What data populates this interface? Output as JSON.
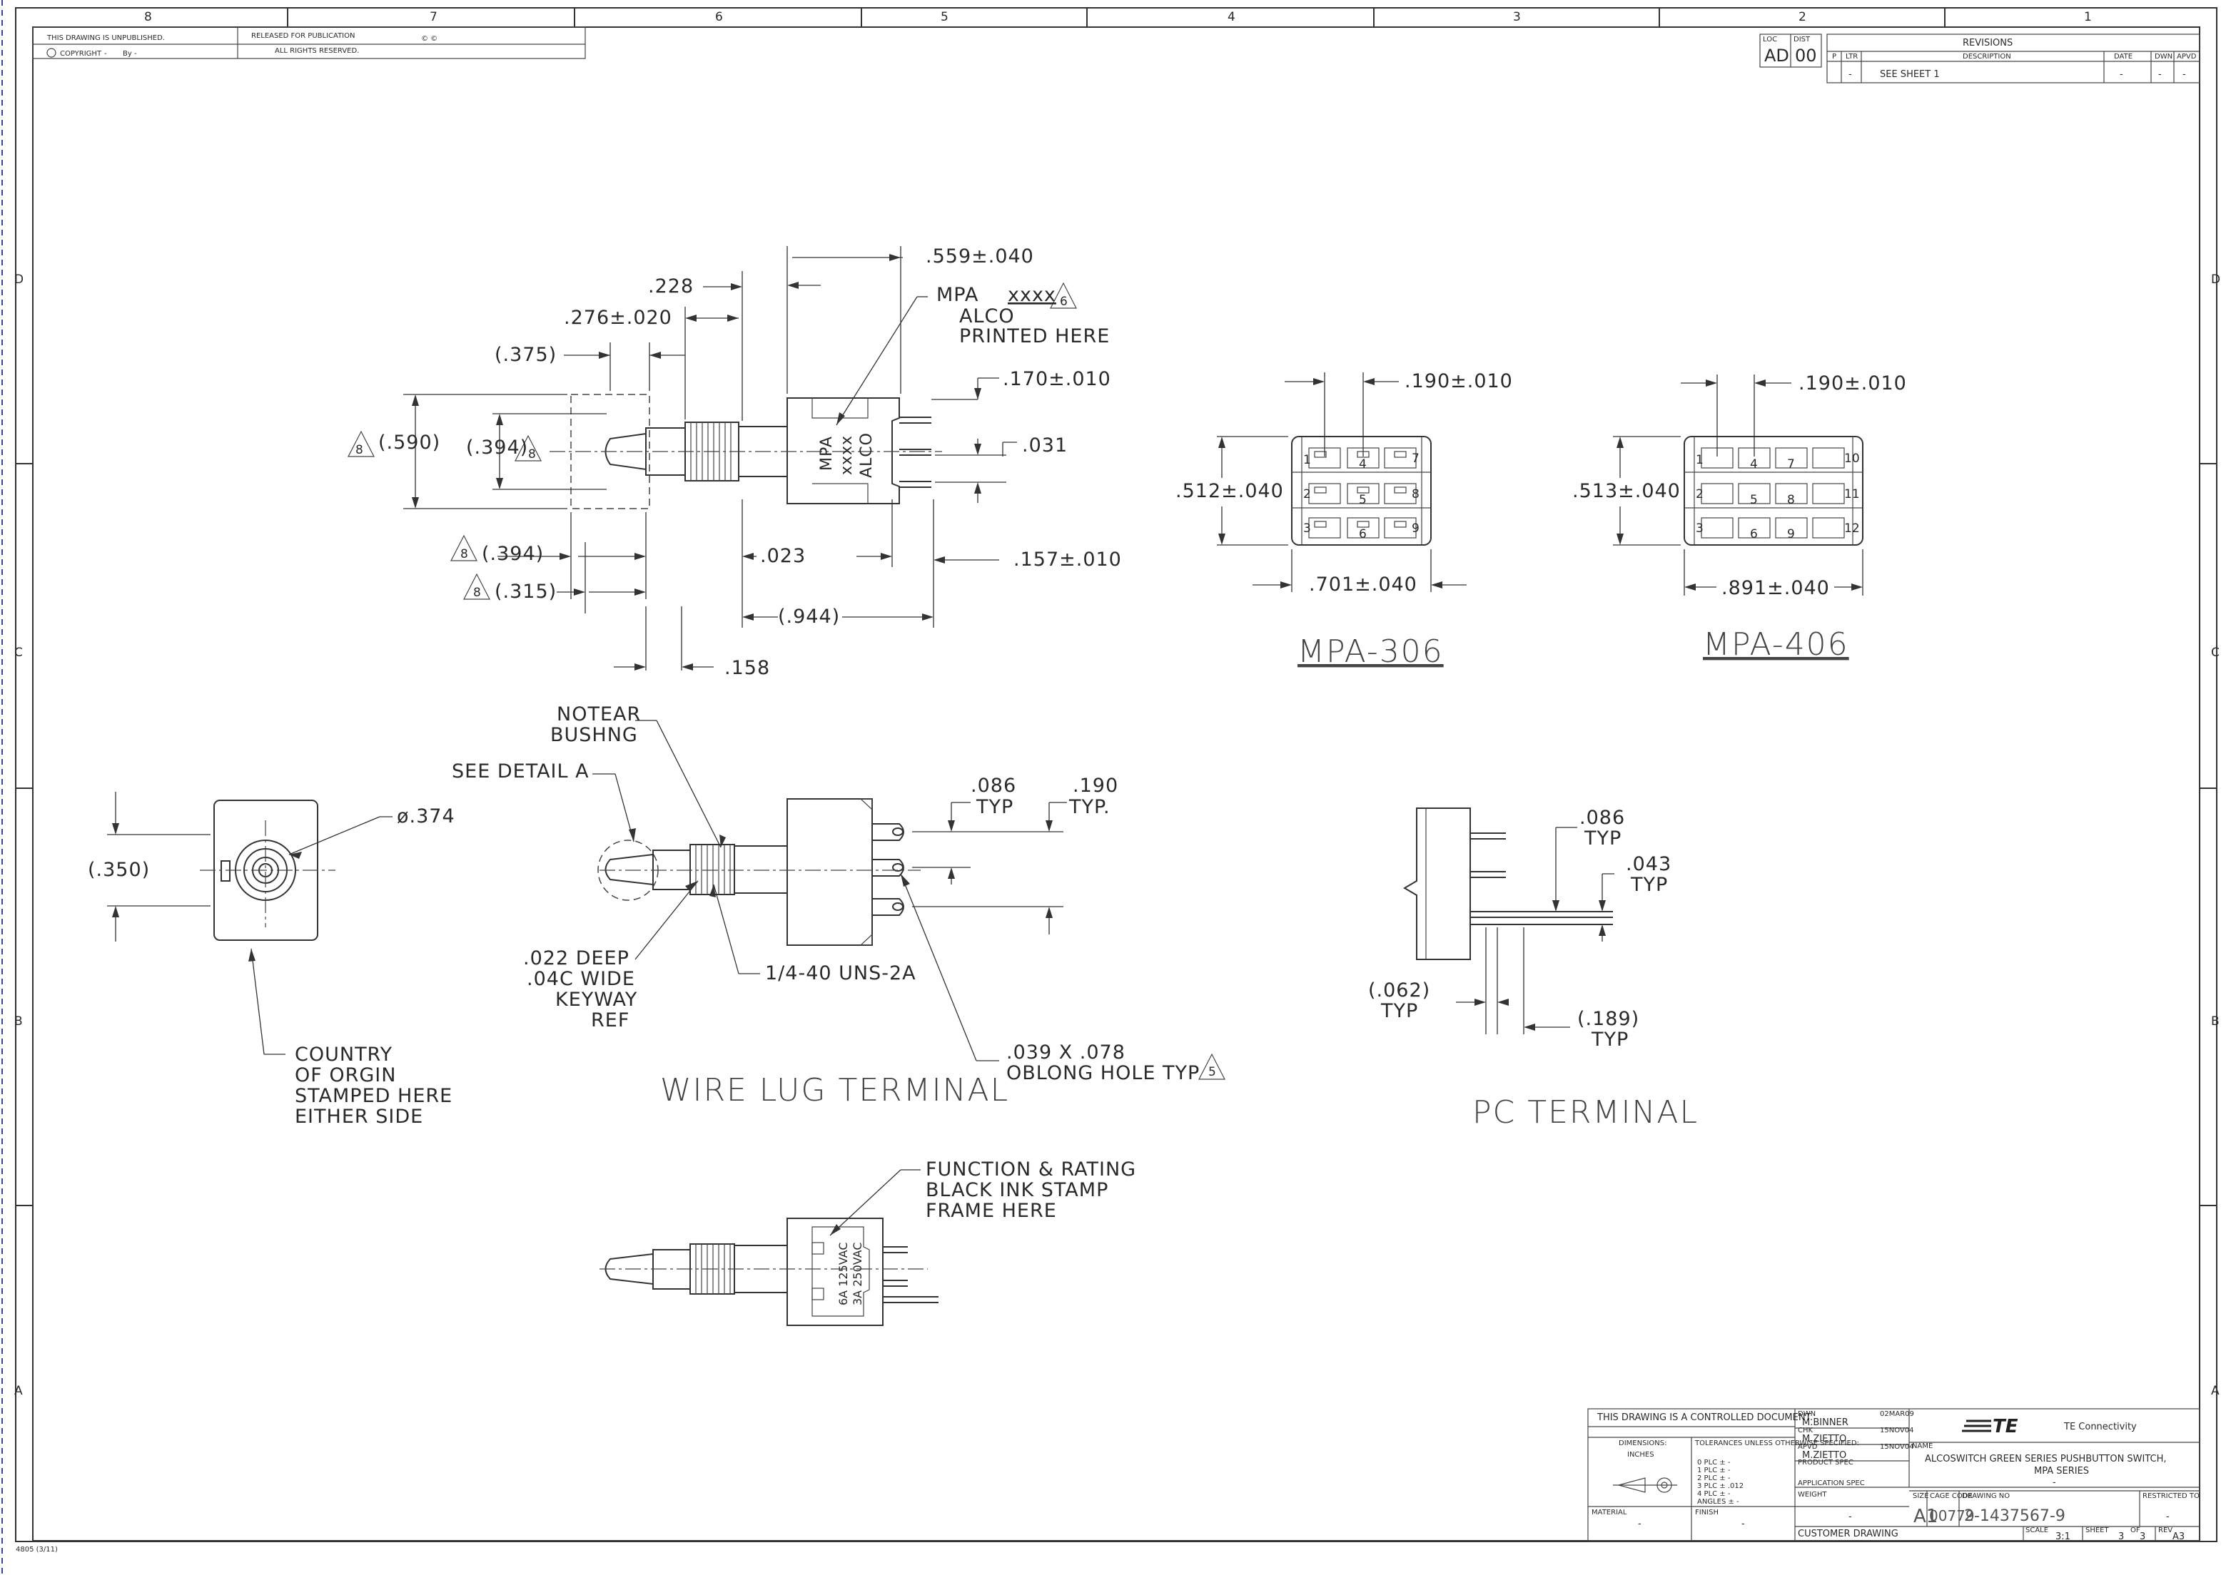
{
  "border": {
    "columns": [
      "8",
      "7",
      "6",
      "5",
      "4",
      "3",
      "2",
      "1"
    ],
    "rows_left": [
      "D",
      "C",
      "B",
      "A"
    ],
    "rows_right": [
      "D",
      "C",
      "B",
      "A"
    ]
  },
  "top_left_block": {
    "unpublished": "THIS DRAWING IS UNPUBLISHED.",
    "released": "RELEASED FOR PUBLICATION",
    "released_value": "© ©",
    "copyright": "COPYRIGHT",
    "copyright_by": "By -",
    "copyright_dash": "-",
    "rights": "ALL RIGHTS RESERVED."
  },
  "revisions": {
    "loc_label": "LOC",
    "dist_label": "DIST",
    "loc": "AD",
    "dist": "00",
    "title": "REVISIONS",
    "col_p": "P",
    "col_ltr": "LTR",
    "col_desc": "DESCRIPTION",
    "col_date": "DATE",
    "col_dwn": "DWN",
    "col_apvd": "APVD",
    "row_ltr": "-",
    "row_desc": "SEE SHEET 1",
    "row_date": "-",
    "row_dwn": "-",
    "row_apvd": "-"
  },
  "dims": {
    "d559": ".559±.040",
    "d228": ".228",
    "d276": ".276±.020",
    "d375": "(.375)",
    "d590": "(.590)",
    "d394a": "(.394)",
    "d170": ".170±.010",
    "d031": ".031",
    "d394b": "(.394)",
    "d315": "(.315)",
    "d023": ".023",
    "d157": ".157±.010",
    "d944": "(.944)",
    "d158": ".158",
    "flag8": "8",
    "flag6": "6",
    "flag5": "5",
    "print1": "MPA",
    "print1b": "xxxx",
    "print2": "ALCO",
    "print3": "PRINTED HERE",
    "body_mpa": "MPA",
    "body_xxxx": "xxxx",
    "body_alco": "ALCO"
  },
  "mpa306": {
    "title": "MPA-306",
    "pitch": ".190±.010",
    "height": ".512±.040",
    "width": ".701±.040",
    "pins": [
      "1",
      "4",
      "7",
      "2",
      "5",
      "8",
      "3",
      "6",
      "9"
    ]
  },
  "mpa406": {
    "title": "MPA-406",
    "pitch": ".190±.010",
    "height": ".513±.040",
    "width": ".891±.040",
    "pins": [
      "1",
      "4",
      "7",
      "10",
      "2",
      "5",
      "8",
      "11",
      "3",
      "6",
      "9",
      "12"
    ]
  },
  "front_view": {
    "dia": "ø.374",
    "d350": "(.350)",
    "note": [
      "COUNTRY",
      "OF ORGIN",
      "STAMPED HERE",
      "EITHER SIDE"
    ]
  },
  "wire_lug": {
    "title": "WIRE LUG TERMINAL",
    "notear": [
      "NOTEAR",
      "BUSHNG"
    ],
    "see_detail": "SEE DETAIL A",
    "keyway": [
      ".022 DEEP",
      ".04C WIDE",
      "KEYWAY",
      "REF"
    ],
    "thread": "1/4-40 UNS-2A",
    "d086": ".086",
    "d086_typ": "TYP",
    "d190": ".190",
    "d190_typ": "TYP.",
    "hole": [
      ".039 X .078",
      "OBLONG HOLE TYP"
    ]
  },
  "pc_terminal": {
    "title": "PC TERMINAL",
    "d086": ".086",
    "d086_typ": "TYP",
    "d043": ".043",
    "d043_typ": "TYP",
    "d062": "(.062)",
    "d062_typ": "TYP",
    "d189": "(.189)",
    "d189_typ": "TYP"
  },
  "stamp_view": {
    "note": [
      "FUNCTION & RATING",
      "BLACK INK STAMP",
      "FRAME HERE"
    ],
    "rating1": "6A 125VAC",
    "rating2": "3A 250VAC"
  },
  "title_block": {
    "controlled": "THIS DRAWING IS A CONTROLLED DOCUMENT.",
    "dimensions_label": "DIMENSIONS:",
    "dimensions": "INCHES",
    "tolerances": "TOLERANCES UNLESS OTHERWISE SPECIFIED:",
    "tol_lines": [
      "0 PLC   ± -",
      "1 PLC   ± -",
      "2 PLC   ± -",
      "3 PLC   ± .012",
      "4 PLC   ± -",
      "ANGLES   ± -"
    ],
    "material_label": "MATERIAL",
    "material": "-",
    "finish_label": "FINISH",
    "finish": "-",
    "dwn_label": "DWN",
    "dwn": "M.BINNER",
    "dwn_date": "02MAR09",
    "chk_label": "CHK",
    "chk": "M.ZIETTO",
    "chk_date": "15NOV04",
    "apvd_label": "APVD",
    "apvd": "M.ZIETTO",
    "apvd_date": "15NOV04",
    "product_spec": "PRODUCT SPEC",
    "application_spec": "APPLICATION SPEC",
    "weight_label": "WEIGHT",
    "weight": "-",
    "company": "TE Connectivity",
    "logo": "TE",
    "name_label": "NAME",
    "name1": "ALCOSWITCH GREEN SERIES PUSHBUTTON SWITCH,",
    "name2": "MPA SERIES",
    "name3": "-",
    "size_label": "SIZE",
    "size": "A1",
    "cage_label": "CAGE CODE",
    "cage": "00779",
    "dwgno_label": "DRAWING NO",
    "dwgno": "2-1437567-9",
    "restricted_label": "RESTRICTED TO",
    "restricted": "-",
    "customer": "CUSTOMER DRAWING",
    "scale_label": "SCALE",
    "scale": "3:1",
    "sheet_label": "SHEET",
    "sheet": "3",
    "of_label": "OF",
    "of": "3",
    "rev_label": "REV",
    "rev": "A3"
  },
  "form_number": "4805 (3/11)"
}
